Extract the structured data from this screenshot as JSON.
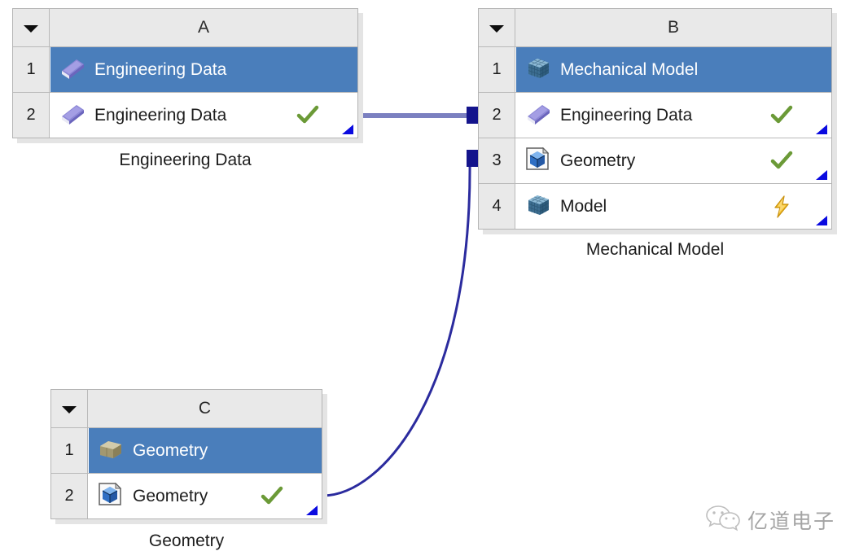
{
  "app": {
    "view": "Project Schematic",
    "background_color": "#ffffff",
    "selection_color": "#4a7ebb",
    "link_color": "#14148c",
    "grid_header_color": "#e9e9e9"
  },
  "systems": [
    {
      "id": "A",
      "column_label": "A",
      "caption": "Engineering Data",
      "dropdown_icon": "chevron-down-icon",
      "rows": [
        {
          "number": "1",
          "label": "Engineering Data",
          "icon": "engineering-data-book-icon",
          "status": "",
          "selected": true,
          "handle": false
        },
        {
          "number": "2",
          "label": "Engineering Data",
          "icon": "engineering-data-book-icon",
          "status": "check-icon",
          "selected": false,
          "handle": true
        }
      ]
    },
    {
      "id": "B",
      "column_label": "B",
      "caption": "Mechanical Model",
      "dropdown_icon": "chevron-down-icon",
      "rows": [
        {
          "number": "1",
          "label": "Mechanical Model",
          "icon": "mesh-cube-icon",
          "status": "",
          "selected": true,
          "handle": false
        },
        {
          "number": "2",
          "label": "Engineering Data",
          "icon": "engineering-data-book-icon",
          "status": "check-icon",
          "selected": false,
          "handle": true
        },
        {
          "number": "3",
          "label": "Geometry",
          "icon": "designmodeler-geometry-icon",
          "status": "check-icon",
          "selected": false,
          "handle": true
        },
        {
          "number": "4",
          "label": "Model",
          "icon": "mesh-cube-icon",
          "status": "lightning-icon",
          "selected": false,
          "handle": true
        }
      ]
    },
    {
      "id": "C",
      "column_label": "C",
      "caption": "Geometry",
      "dropdown_icon": "chevron-down-icon",
      "rows": [
        {
          "number": "1",
          "label": "Geometry",
          "icon": "solid-block-icon",
          "status": "",
          "selected": true,
          "handle": false
        },
        {
          "number": "2",
          "label": "Geometry",
          "icon": "designmodeler-geometry-icon",
          "status": "check-icon",
          "selected": false,
          "handle": true
        }
      ]
    }
  ],
  "connections": [
    {
      "from": "A2",
      "to": "B2",
      "style": "straight"
    },
    {
      "from": "C2",
      "to": "B3",
      "style": "curved"
    }
  ],
  "watermark": {
    "icon": "wechat-icon",
    "text": "亿道电子"
  }
}
